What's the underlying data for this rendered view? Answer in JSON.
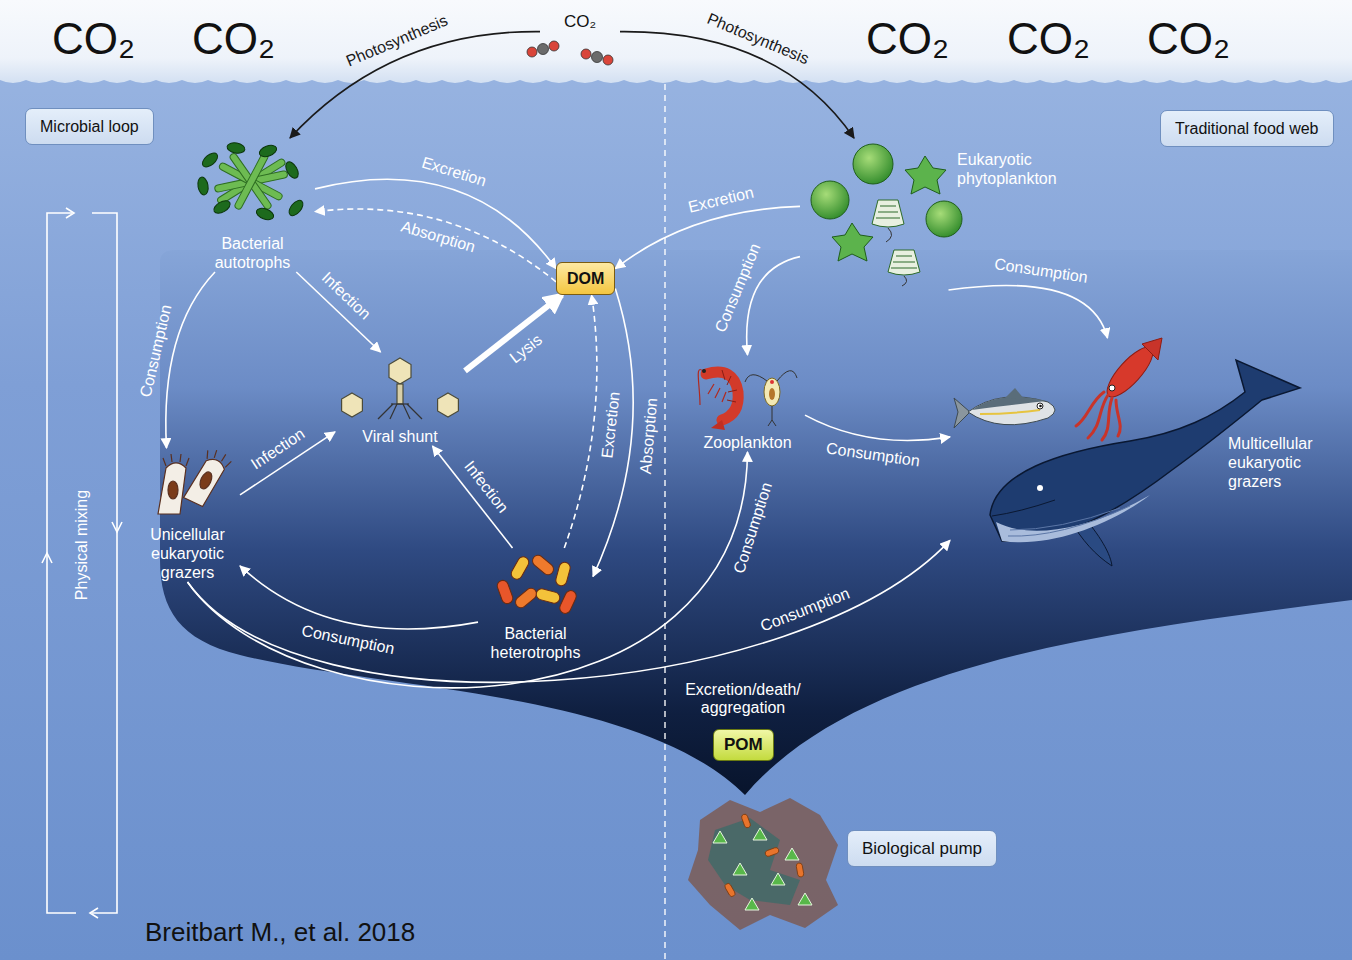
{
  "diagram": {
    "nodes": [
      {
        "text": [
          "Microbial loop"
        ]
      },
      {
        "text": [
          "Traditional food web"
        ]
      },
      {
        "text": [
          "CO₂"
        ]
      },
      {
        "text": [
          "Bacterial autotrophs"
        ]
      },
      {
        "text": [
          "DOM"
        ]
      },
      {
        "text": [
          "Eukaryotic phytoplankton"
        ]
      },
      {
        "text": [
          "Viral shunt"
        ]
      },
      {
        "text": [
          "Unicellular eukaryotic grazers"
        ]
      },
      {
        "text": [
          "Zooplankton"
        ]
      },
      {
        "text": [
          "Multicellular eukaryotic grazers"
        ]
      },
      {
        "text": [
          "Bacterial heterotrophs"
        ]
      },
      {
        "text": [
          "POM"
        ]
      },
      {
        "text": [
          "Biological pump"
        ]
      }
    ],
    "edges": [
      {
        "from": 2,
        "to": 3,
        "label": "Photosynthesis",
        "arrow": "to"
      },
      {
        "from": 2,
        "to": 5,
        "label": "Photosynthesis",
        "arrow": "to"
      },
      {
        "from": 3,
        "to": 4,
        "label": "Excretion",
        "arrow": "to"
      },
      {
        "from": 4,
        "to": 3,
        "label": "Absorption",
        "arrow": "to"
      },
      {
        "from": 5,
        "to": 4,
        "label": "Excretion",
        "arrow": "to"
      },
      {
        "from": 3,
        "to": 6,
        "label": "Infection",
        "arrow": "to"
      },
      {
        "from": 6,
        "to": 4,
        "label": "Lysis",
        "arrow": "to"
      },
      {
        "from": 3,
        "to": 7,
        "label": "Consumption",
        "arrow": "to"
      },
      {
        "from": 7,
        "to": 6,
        "label": "Infection",
        "arrow": "to"
      },
      {
        "from": 10,
        "to": 6,
        "label": "Infection",
        "arrow": "to"
      },
      {
        "from": 10,
        "to": 4,
        "label": "Excretion",
        "arrow": "to"
      },
      {
        "from": 4,
        "to": 10,
        "label": "Absorption",
        "arrow": "to"
      },
      {
        "from": 10,
        "to": 7,
        "label": "Consumption",
        "arrow": "to"
      },
      {
        "from": 7,
        "to": 8,
        "label": "Consumption",
        "arrow": "to"
      },
      {
        "from": 7,
        "to": 9,
        "label": "Consumption",
        "arrow": "to"
      },
      {
        "from": 5,
        "to": 8,
        "label": "Consumption",
        "arrow": "to"
      },
      {
        "from": 5,
        "to": 9,
        "label": "Consumption",
        "arrow": "to"
      },
      {
        "from": 8,
        "to": 9,
        "label": "Consumption",
        "arrow": "to"
      }
    ],
    "labels": [
      "CO₂",
      "CO₂",
      "CO₂",
      "CO₂",
      "CO₂",
      "Physical mixing",
      "Excretion/death/ aggregation",
      "Breitbart M., et al. 2018"
    ]
  }
}
